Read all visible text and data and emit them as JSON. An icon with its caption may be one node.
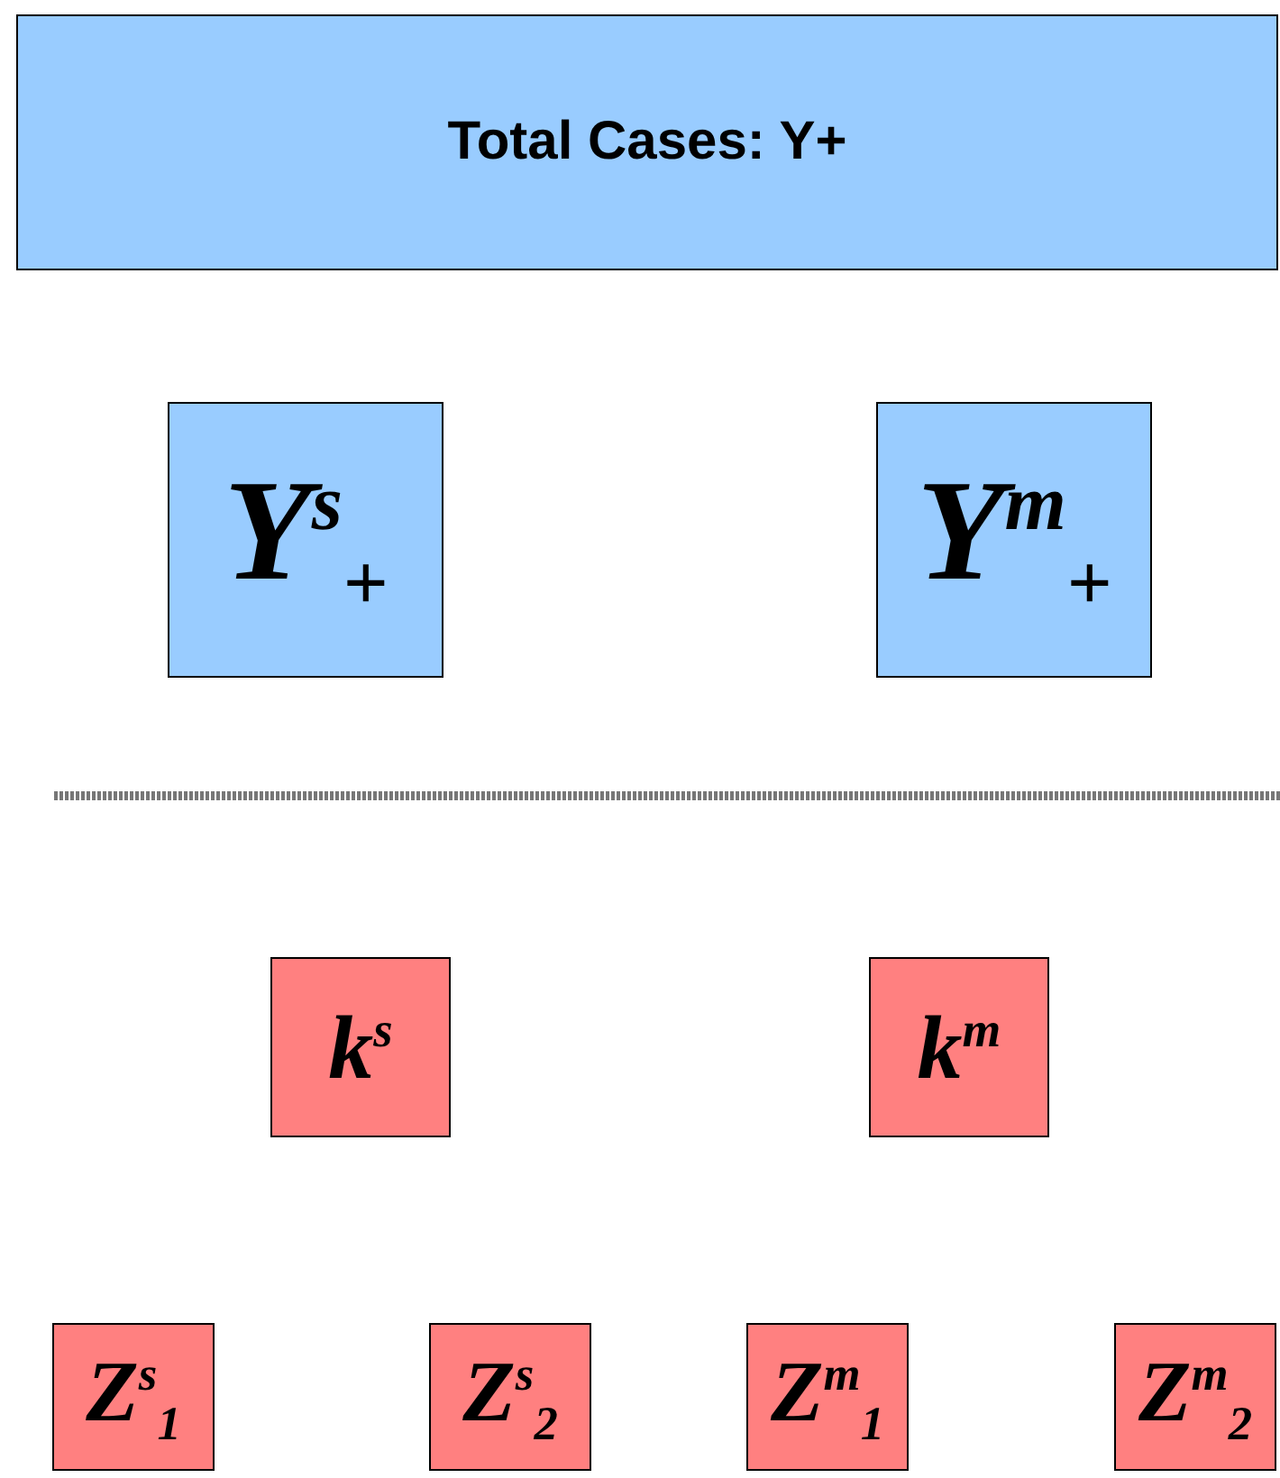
{
  "diagram": {
    "nodes": [
      {
        "text": [
          "Total Cases: Y+"
        ]
      },
      {
        "text": [
          "Y$^{s}$$_{+}$"
        ]
      },
      {
        "text": [
          "Y$^{m}$$_{+}$"
        ]
      },
      {
        "text": [
          "k$^{s}$"
        ]
      },
      {
        "text": [
          "k$^{m}$"
        ]
      },
      {
        "text": [
          "Z$^{s}$$_{1}$"
        ]
      },
      {
        "text": [
          "Z$^{s}$$_{2}$"
        ]
      },
      {
        "text": [
          "Z$^{m}$$_{1}$"
        ]
      },
      {
        "text": [
          "Z$^{m}$$_{2}$"
        ]
      }
    ]
  }
}
